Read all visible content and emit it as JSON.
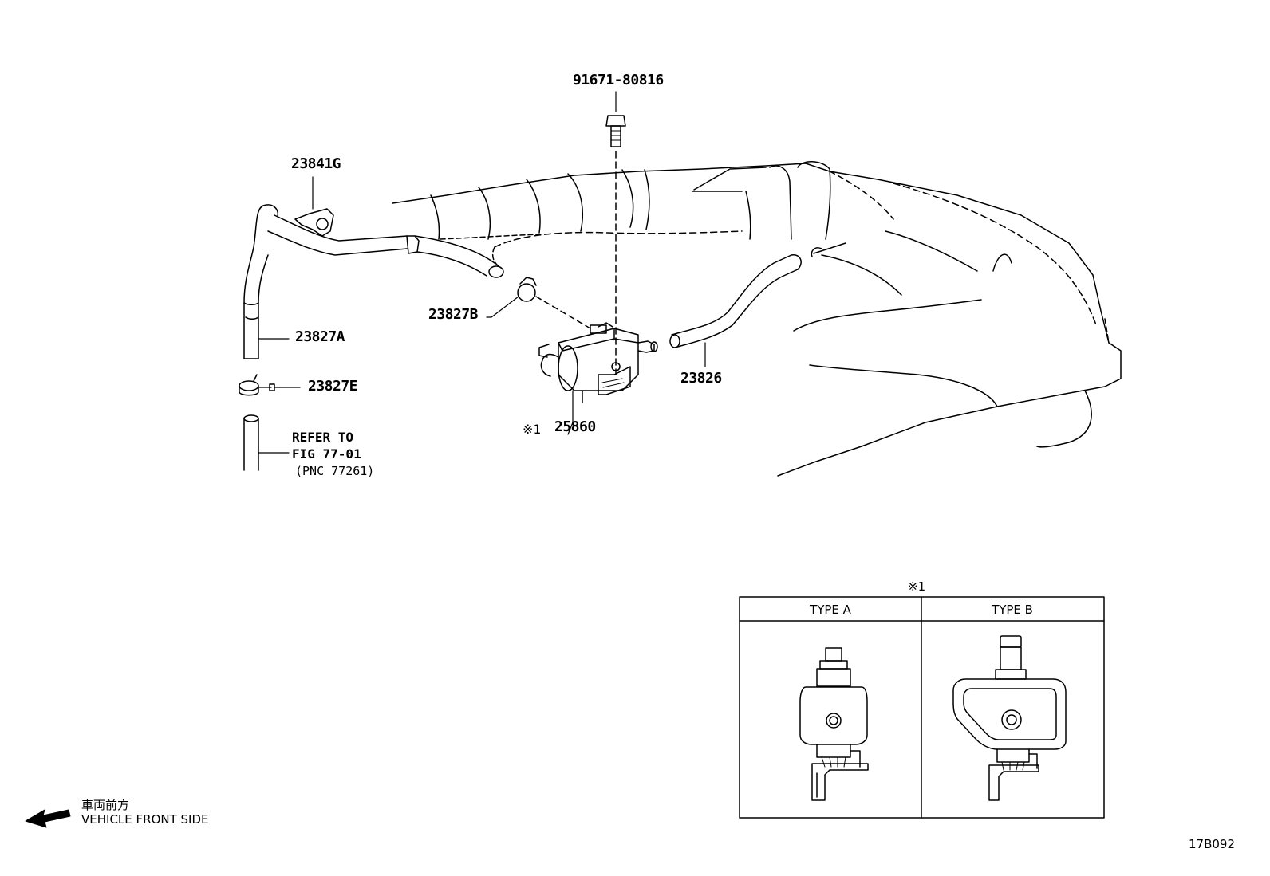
{
  "labels": {
    "bolt": "91671-80816",
    "clamp_g": "23841G",
    "hose_a": "23827A",
    "clip_b": "23827B",
    "clip_e": "23827E",
    "hose_826": "23826",
    "vsv_mark": "※1",
    "vsv": "25860",
    "refer_line1": "REFER TO",
    "refer_line2": "FIG 77-01",
    "refer_line3": "(PNC 77261)"
  },
  "inset": {
    "mark": "※1",
    "type_a": "TYPE A",
    "type_b": "TYPE B"
  },
  "direction": {
    "jp": "車両前方",
    "en": "VEHICLE FRONT SIDE",
    "arrow_icon": "left-arrow"
  },
  "figure_code": "17B092"
}
